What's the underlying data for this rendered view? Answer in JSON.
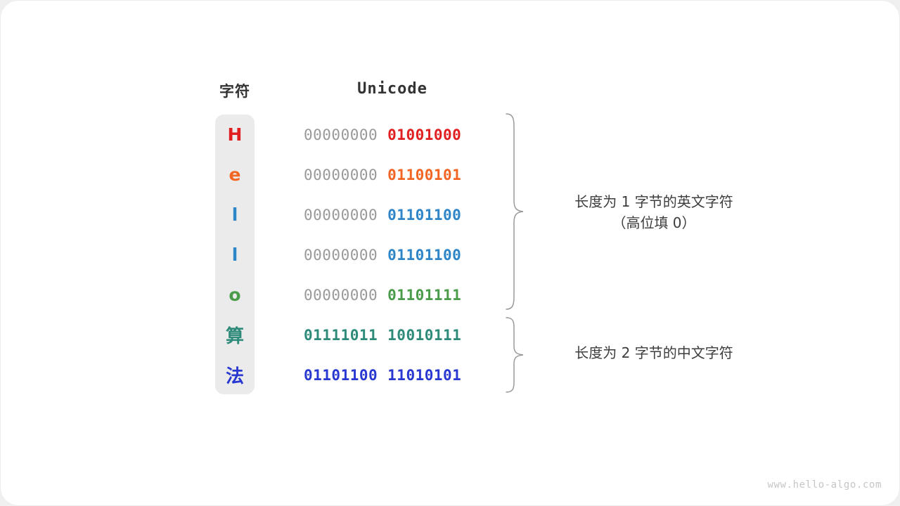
{
  "headers": {
    "char_label": "字符",
    "unicode_label": "Unicode"
  },
  "colors": {
    "H": "#e02020",
    "e": "#f26522",
    "l": "#2e86c8",
    "o": "#4a9b4a",
    "suan": "#2e8b7a",
    "fa": "#2838d0",
    "padding_gray": "#999999",
    "column_bg": "#ebebeb",
    "brace": "#9a9a9a",
    "annotation_text": "#3d3d3d",
    "watermark": "#c6c6c6"
  },
  "rows": [
    {
      "char": "H",
      "high_byte": "00000000",
      "low_byte": "01001000",
      "color": "#e02020",
      "high_filled": false,
      "cjk": false
    },
    {
      "char": "e",
      "high_byte": "00000000",
      "low_byte": "01100101",
      "color": "#f26522",
      "high_filled": false,
      "cjk": false
    },
    {
      "char": "l",
      "high_byte": "00000000",
      "low_byte": "01101100",
      "color": "#2e86c8",
      "high_filled": false,
      "cjk": false
    },
    {
      "char": "l",
      "high_byte": "00000000",
      "low_byte": "01101100",
      "color": "#2e86c8",
      "high_filled": false,
      "cjk": false
    },
    {
      "char": "o",
      "high_byte": "00000000",
      "low_byte": "01101111",
      "color": "#4a9b4a",
      "high_filled": false,
      "cjk": false
    },
    {
      "char": "算",
      "high_byte": "01111011",
      "low_byte": "10010111",
      "color": "#2e8b7a",
      "high_filled": true,
      "cjk": true
    },
    {
      "char": "法",
      "high_byte": "01101100",
      "low_byte": "11010101",
      "color": "#2838d0",
      "high_filled": true,
      "cjk": true
    }
  ],
  "annotations": [
    {
      "name": "one-byte-english",
      "line1": "长度为 1 字节的英文字符",
      "line2": "（高位填 0）"
    },
    {
      "name": "two-byte-chinese",
      "line1": "长度为 2 字节的中文字符",
      "line2": ""
    }
  ],
  "watermark": "www.hello-algo.com"
}
